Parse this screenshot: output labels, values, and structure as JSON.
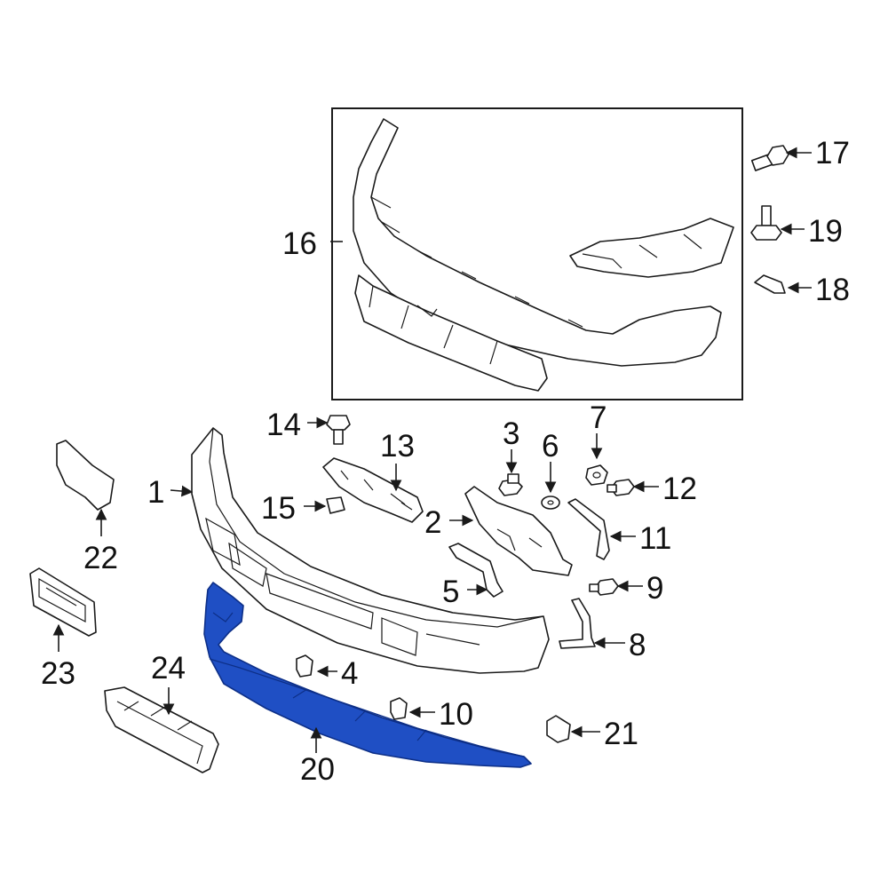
{
  "diagram": {
    "highlight_color": "#1f4fc4",
    "line_color": "#1a1a1a",
    "callouts": [
      {
        "id": "c1",
        "label": "1"
      },
      {
        "id": "c2",
        "label": "2"
      },
      {
        "id": "c3",
        "label": "3"
      },
      {
        "id": "c4",
        "label": "4"
      },
      {
        "id": "c5",
        "label": "5"
      },
      {
        "id": "c6",
        "label": "6"
      },
      {
        "id": "c7",
        "label": "7"
      },
      {
        "id": "c8",
        "label": "8"
      },
      {
        "id": "c9",
        "label": "9"
      },
      {
        "id": "c10",
        "label": "10"
      },
      {
        "id": "c11",
        "label": "11"
      },
      {
        "id": "c12",
        "label": "12"
      },
      {
        "id": "c13",
        "label": "13"
      },
      {
        "id": "c14",
        "label": "14"
      },
      {
        "id": "c15",
        "label": "15"
      },
      {
        "id": "c16",
        "label": "16"
      },
      {
        "id": "c17",
        "label": "17"
      },
      {
        "id": "c18",
        "label": "18"
      },
      {
        "id": "c19",
        "label": "19"
      },
      {
        "id": "c20",
        "label": "20"
      },
      {
        "id": "c21",
        "label": "21"
      },
      {
        "id": "c22",
        "label": "22"
      },
      {
        "id": "c23",
        "label": "23"
      },
      {
        "id": "c24",
        "label": "24"
      }
    ],
    "highlighted_part": "20"
  }
}
